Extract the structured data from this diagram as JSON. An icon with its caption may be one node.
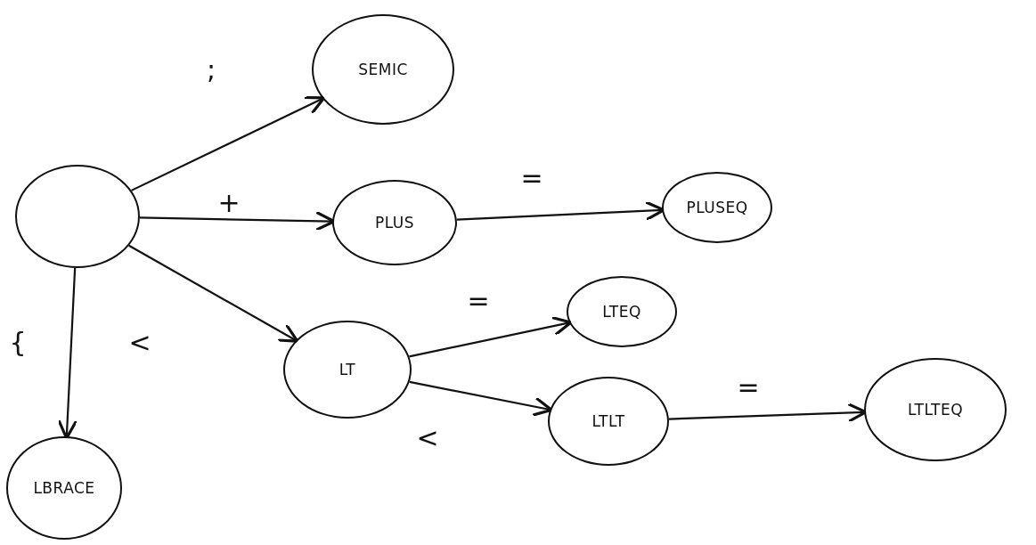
{
  "diagram": {
    "nodes": [
      {
        "text": [],
        "shape": "circle"
      },
      {
        "text": [
          "SEMIC"
        ]
      },
      {
        "text": [
          "PLUS"
        ]
      },
      {
        "text": [
          "PLUSEQ"
        ]
      },
      {
        "text": [
          "LT"
        ]
      },
      {
        "text": [
          "LTEQ"
        ]
      },
      {
        "text": [
          "LTLT"
        ]
      },
      {
        "text": [
          "LTLTEQ"
        ]
      },
      {
        "text": [
          "LBRACE"
        ]
      }
    ],
    "edges": [
      {
        "from": 0,
        "to": 1,
        "arrow": "to",
        "label": ";"
      },
      {
        "from": 0,
        "to": 2,
        "arrow": "to",
        "label": "+"
      },
      {
        "from": 2,
        "to": 3,
        "arrow": "to",
        "label": "="
      },
      {
        "from": 0,
        "to": 4,
        "arrow": "to",
        "label": "<"
      },
      {
        "from": 4,
        "to": 5,
        "arrow": "to",
        "label": "="
      },
      {
        "from": 4,
        "to": 6,
        "arrow": "to",
        "label": "<"
      },
      {
        "from": 6,
        "to": 7,
        "arrow": "to",
        "label": "="
      },
      {
        "from": 0,
        "to": 8,
        "arrow": "to",
        "label": "{"
      }
    ]
  }
}
